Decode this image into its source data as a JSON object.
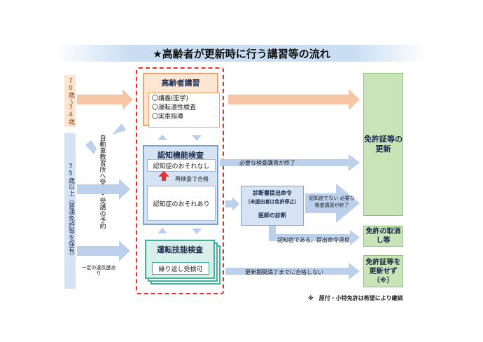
{
  "title": "★高齢者が更新時に行う講習等の流れ",
  "age_groups": {
    "age_70_74": "70歳〜74歳",
    "age_75_plus": "75歳以上（普通免許等を保有）"
  },
  "side_note_main": "自動車教習所へ受検・受講の予約",
  "side_note_violation": "一定の違反歴あり",
  "elder_course": {
    "heading": "高齢者講習",
    "items": [
      "〇講義(座学)",
      "〇運転適性検査",
      "〇実車指導"
    ]
  },
  "cognitive_test": {
    "heading": "認知機能検査",
    "no_fear": "認知症のおそれなし",
    "retest": "再検査で合格",
    "fear": "認知症のおそれあり"
  },
  "driving_test": {
    "heading": "運転技能検査",
    "repeat": "繰り返し受検可"
  },
  "order_box": {
    "line1": "診断書提出命令",
    "line2": "（未提出者は免許停止）",
    "line3": "医師の診断"
  },
  "flow_labels": {
    "required_done": "必要な検査講習が終了",
    "not_dementia": "認知症でない 必要な検査講習が終了",
    "dementia": "認知症である、提出命令違反",
    "not_pass": "更新期間満了までに合格しない"
  },
  "outcomes": {
    "renewal": "免許証等の更新",
    "revocation": "免許の取消し等",
    "no_renewal": "免許証等を更新せず（※）"
  },
  "footnote": "※　原付・小特免許は希望により継続",
  "colors": {
    "orange": "#f2a16d",
    "blue": "#7f9fd1",
    "green": "#c9e4b6",
    "red": "#e5322d",
    "arrow_blue": "#bcd0ec",
    "arrow_orange": "#f7c5a3"
  }
}
